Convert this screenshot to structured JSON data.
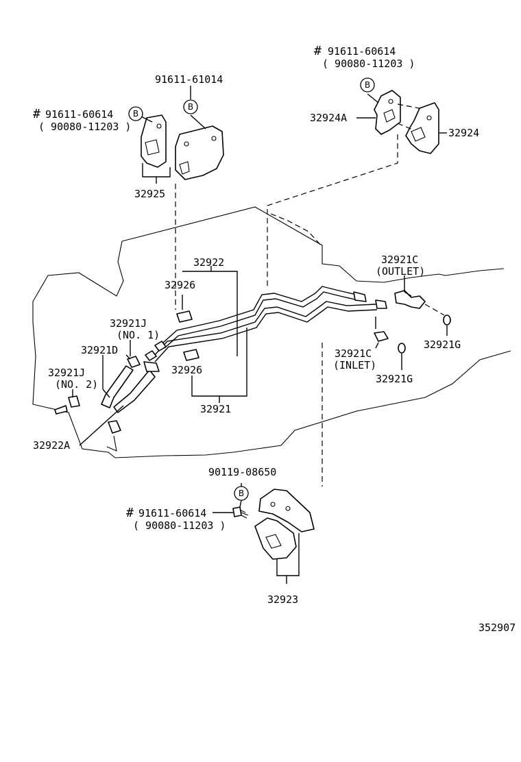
{
  "diagram": {
    "figure_number": "352907",
    "labels": {
      "top_right_bolt": "91611-60614",
      "top_right_bolt_alt": "( 90080-11203 )",
      "bracket_32924a": "32924A",
      "bracket_32924": "32924",
      "top_left_bolt_center": "91611-61014",
      "top_left_bolt": "91611-60614",
      "top_left_bolt_alt": "( 90080-11203 )",
      "bracket_32925": "32925",
      "pipe_32922": "32922",
      "clamp_32926_top": "32926",
      "clamp_32926_bottom": "32926",
      "pipe_32921": "32921",
      "hose_32921j_no1": "32921J",
      "hose_32921j_no1_note": "(NO. 1)",
      "hose_32921d": "32921D",
      "hose_32921j_no2": "32921J",
      "hose_32921j_no2_note": "(NO. 2)",
      "hose_32922a": "32922A",
      "union_outlet": "32921C",
      "union_outlet_note": "(OUTLET)",
      "union_inlet": "32921C",
      "union_inlet_note": "(INLET)",
      "gasket_32921g_right": "32921G",
      "gasket_32921g_bottom": "32921G",
      "bottom_bolt_b": "90119-08650",
      "bottom_bolt": "91611-60614",
      "bottom_bolt_alt": "( 90080-11203 )",
      "bracket_32923": "32923"
    },
    "marks": {
      "hash": "#",
      "b": "B"
    }
  }
}
